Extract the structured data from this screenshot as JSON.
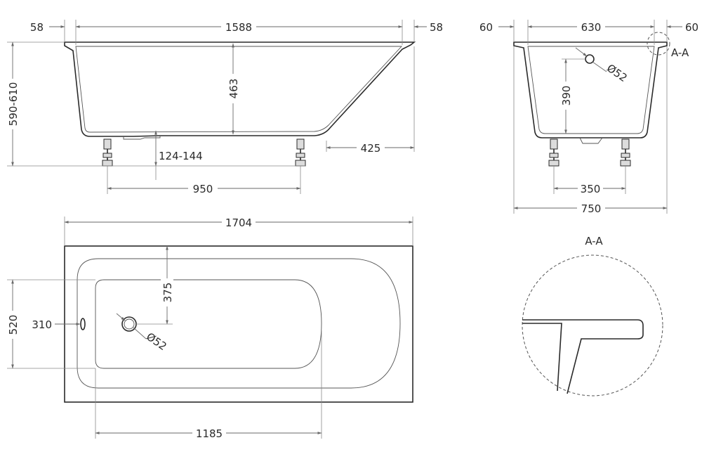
{
  "side_view": {
    "dim_flange_left": "58",
    "dim_top_length": "1588",
    "dim_flange_right": "58",
    "dim_inner_depth": "463",
    "dim_total_height": "590-610",
    "dim_leg_height": "124-144",
    "dim_slope_offset": "425",
    "dim_leg_spacing": "950"
  },
  "end_view": {
    "dim_flange_left": "60",
    "dim_top_width": "630",
    "dim_flange_right": "60",
    "dim_drain_height": "390",
    "dim_overflow_diameter": "Ø52",
    "dim_leg_spacing": "350",
    "dim_total_width": "750",
    "section_marker": "A-A"
  },
  "plan_view": {
    "dim_total_length": "1704",
    "dim_drain_offset_y": "375",
    "dim_total_width": "520",
    "dim_overflow_offset": "310",
    "dim_drain_diameter": "Ø52",
    "dim_flat_length": "1185"
  },
  "detail": {
    "title": "A-A"
  }
}
